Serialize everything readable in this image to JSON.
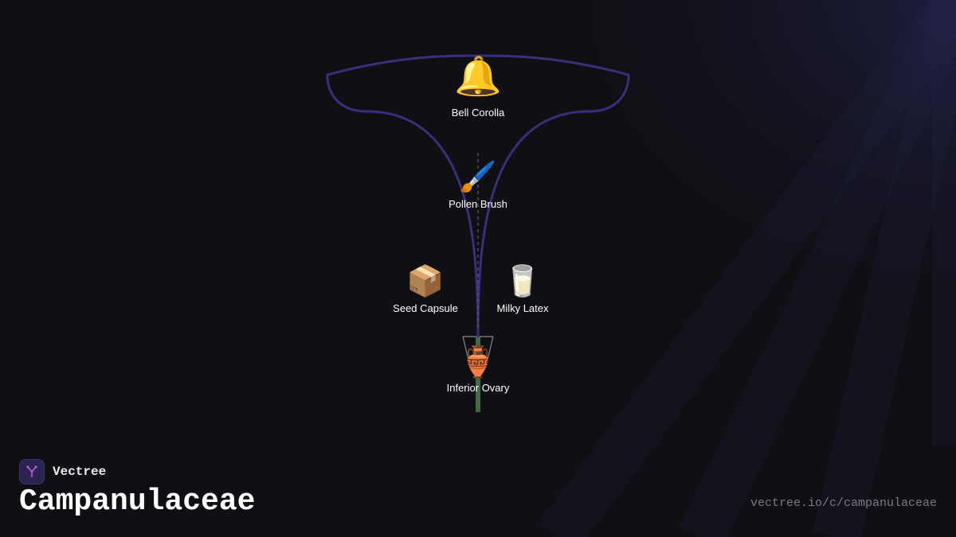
{
  "brand": {
    "name": "Vectree",
    "logo_icon": "branch-logo-icon",
    "logo_color": "#b056e0"
  },
  "page": {
    "title": "Campanulaceae",
    "url": "vectree.io/c/campanulaceae"
  },
  "colors": {
    "background": "#0f0f14",
    "branch": "#3a2f7a",
    "stem": "#3f6b45",
    "label": "#ffffff"
  },
  "nodes": [
    {
      "id": "bell-corolla",
      "emoji": "🔔",
      "label": "Bell Corolla"
    },
    {
      "id": "pollen-brush",
      "emoji": "🖌️",
      "label": "Pollen Brush"
    },
    {
      "id": "seed-capsule",
      "emoji": "📦",
      "label": "Seed Capsule"
    },
    {
      "id": "milky-latex",
      "emoji": "🥛",
      "label": "Milky Latex"
    },
    {
      "id": "inferior-ovary",
      "emoji": "🏺",
      "label": "Inferior Ovary"
    }
  ]
}
